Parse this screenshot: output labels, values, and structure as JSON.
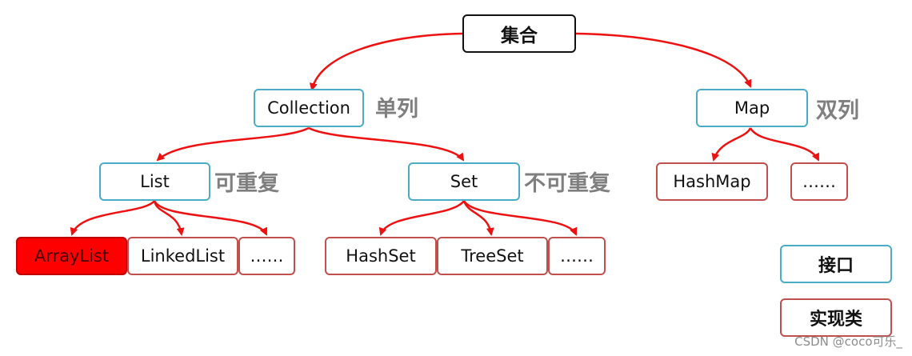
{
  "colors": {
    "connector": "#ee1111",
    "interface_border": "#4bacc6",
    "implementation_border": "#c0504d",
    "highlight_fill": "#ff0000",
    "annotation_text": "#7f7f7f"
  },
  "nodes": {
    "root": "集合",
    "collection": "Collection",
    "map": "Map",
    "list": "List",
    "set": "Set",
    "hashmap": "HashMap",
    "map_more": "……",
    "arraylist": "ArrayList",
    "linkedlist": "LinkedList",
    "list_more": "……",
    "hashset": "HashSet",
    "treeset": "TreeSet",
    "set_more": "……"
  },
  "annotations": {
    "collection": "单列",
    "map": "双列",
    "list": "可重复",
    "set": "不可重复"
  },
  "legend": {
    "interface": "接口",
    "implementation": "实现类"
  },
  "watermark": "CSDN @coco可乐_"
}
